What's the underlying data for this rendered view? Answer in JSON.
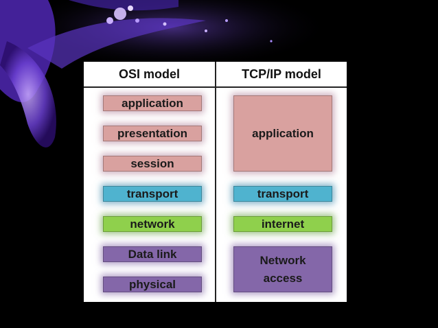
{
  "osi": {
    "title": "OSI model",
    "layers": [
      "application",
      "presentation",
      "session",
      "transport",
      "network",
      "Data link",
      "physical"
    ]
  },
  "tcpip": {
    "title": "TCP/IP model",
    "layers": [
      "application",
      "transport",
      "internet",
      "Network access"
    ]
  },
  "colors": {
    "application": "#d9a19f",
    "transport": "#4fb3cf",
    "network": "#8fd04c",
    "link": "#8467a9",
    "background": "#000000"
  }
}
